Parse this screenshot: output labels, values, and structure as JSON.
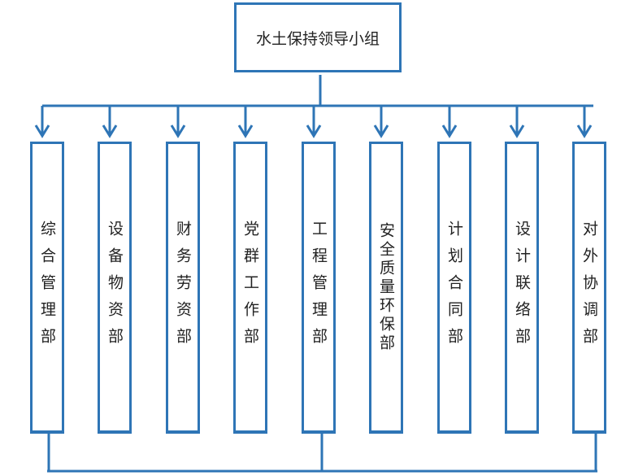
{
  "title": "水土保持领导小组",
  "departments": [
    "综合管理部",
    "设备物资部",
    "财务劳资部",
    "党群工作部",
    "工程管理部",
    "安全质量环保部",
    "计划合同部",
    "设计联络部",
    "对外协调部"
  ],
  "colors": {
    "line": "#2e75b6"
  }
}
